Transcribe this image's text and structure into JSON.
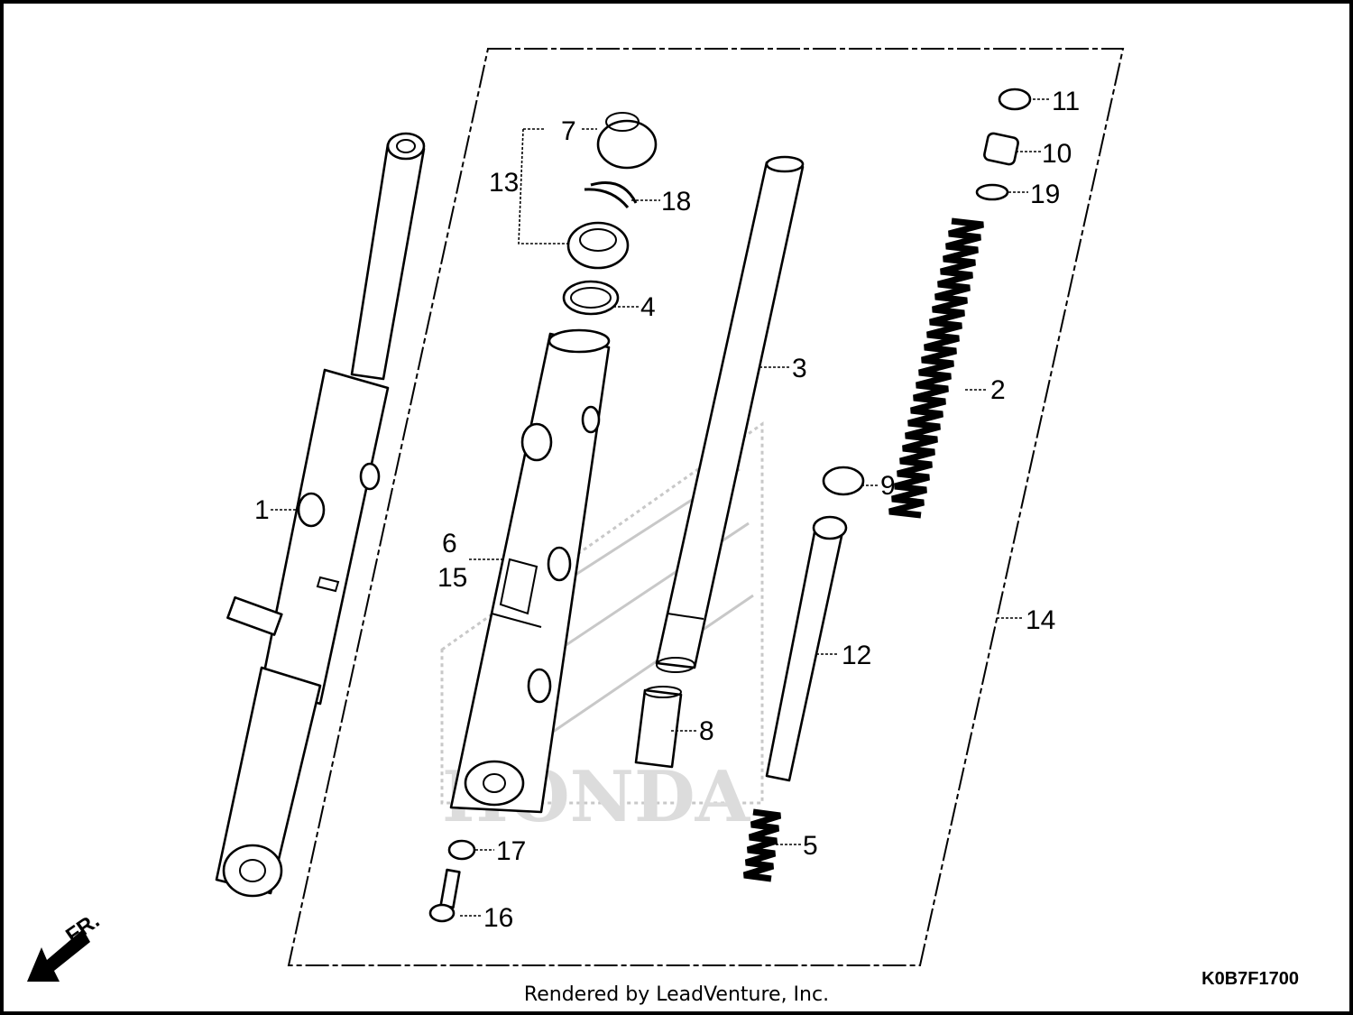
{
  "diagram": {
    "callouts": {
      "c1": "1",
      "c2": "2",
      "c3": "3",
      "c4": "4",
      "c5": "5",
      "c6": "6",
      "c7": "7",
      "c8": "8",
      "c9": "9",
      "c10": "10",
      "c11": "11",
      "c12": "12",
      "c13": "13",
      "c14": "14",
      "c15": "15",
      "c16": "16",
      "c17": "17",
      "c18": "18",
      "c19": "19"
    },
    "direction_label": "FR.",
    "diagram_code": "K0B7F1700",
    "watermark_brand": "HONDA"
  },
  "footer": {
    "credit": "Rendered by LeadVenture, Inc."
  }
}
